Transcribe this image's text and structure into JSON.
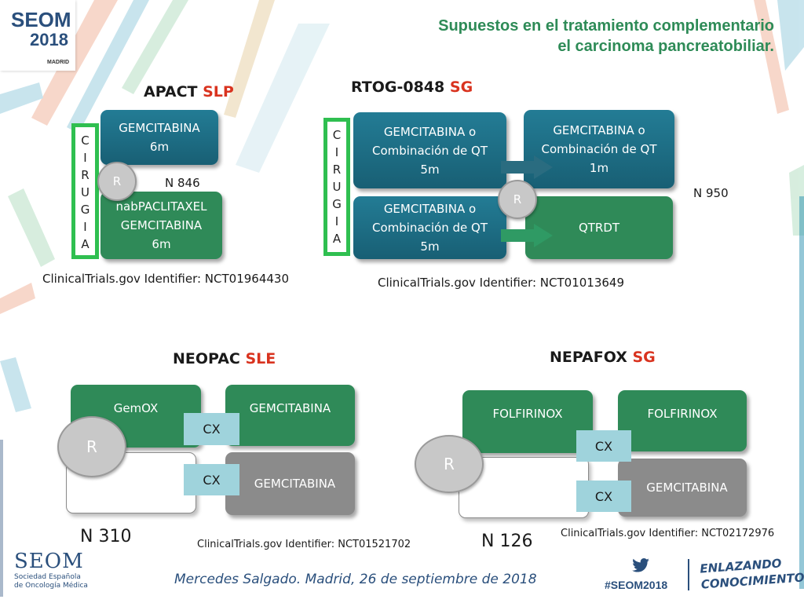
{
  "header": {
    "title_line1": "Supuestos en el tratamiento complementario",
    "title_line2": "el carcinoma pancreatobiliar."
  },
  "logo": {
    "brand": "SEOM",
    "year": "2018",
    "city": "MADRID"
  },
  "apact": {
    "title": "APACT",
    "endpoint": "SLP",
    "surgery_label": [
      "C",
      "I",
      "R",
      "U",
      "G",
      "I",
      "A"
    ],
    "arm1": "GEMCITABINA\n6m",
    "arm2": "nabPACLITAXEL\nGEMCITABINA\n6m",
    "randomization": "R",
    "n": "N 846",
    "identifier": "ClinicalTrials.gov Identifier: NCT01964430"
  },
  "rtog": {
    "title": "RTOG-0848",
    "endpoint": "SG",
    "surgery_label": [
      "C",
      "I",
      "R",
      "U",
      "G",
      "I",
      "A"
    ],
    "arm1_phase1": "GEMCITABINA o\nCombinación de QT\n5m",
    "arm1_phase2": "GEMCITABINA o\nCombinación de QT\n1m",
    "arm2_phase1": "GEMCITABINA o\nCombinación de QT\n5m",
    "arm2_phase2": "QTRDT",
    "randomization": "R",
    "n": "N 950",
    "identifier": "ClinicalTrials.gov Identifier: NCT01013649"
  },
  "neopac": {
    "title": "NEOPAC",
    "endpoint": "SLE",
    "arm1_pre": "GemOX",
    "arm1_post": "GEMCITABINA",
    "arm2_post": "GEMCITABINA",
    "surgery": [
      "CX",
      "CX"
    ],
    "randomization": "R",
    "n": "N 310",
    "identifier": "ClinicalTrials.gov Identifier: NCT01521702"
  },
  "nepafox": {
    "title": "NEPAFOX",
    "endpoint": "SG",
    "arm1_pre": "FOLFIRINOX",
    "arm1_post": "FOLFIRINOX",
    "arm2_post": "GEMCITABINA",
    "surgery": [
      "CX",
      "CX"
    ],
    "randomization": "R",
    "n": "N 126",
    "identifier": "ClinicalTrials.gov Identifier: NCT02172976"
  },
  "footer": {
    "author": "Mercedes Salgado. Madrid, 26 de septiembre de 2018",
    "seom": "SEOM",
    "seom_sub1": "Sociedad Española",
    "seom_sub2": "de Oncología Médica",
    "hashtag": "#SEOM2018",
    "slogan1": "ENLAZANDO",
    "slogan2": "CONOCIMIENTO"
  },
  "colors": {
    "teal": "#1f6f86",
    "green": "#2f8a58",
    "gray": "#8b8b8b",
    "title_green": "#2e8b57",
    "accent_red": "#d9331f",
    "cx_blue": "#9fd3dc",
    "surgery_border": "#2fbf50"
  }
}
